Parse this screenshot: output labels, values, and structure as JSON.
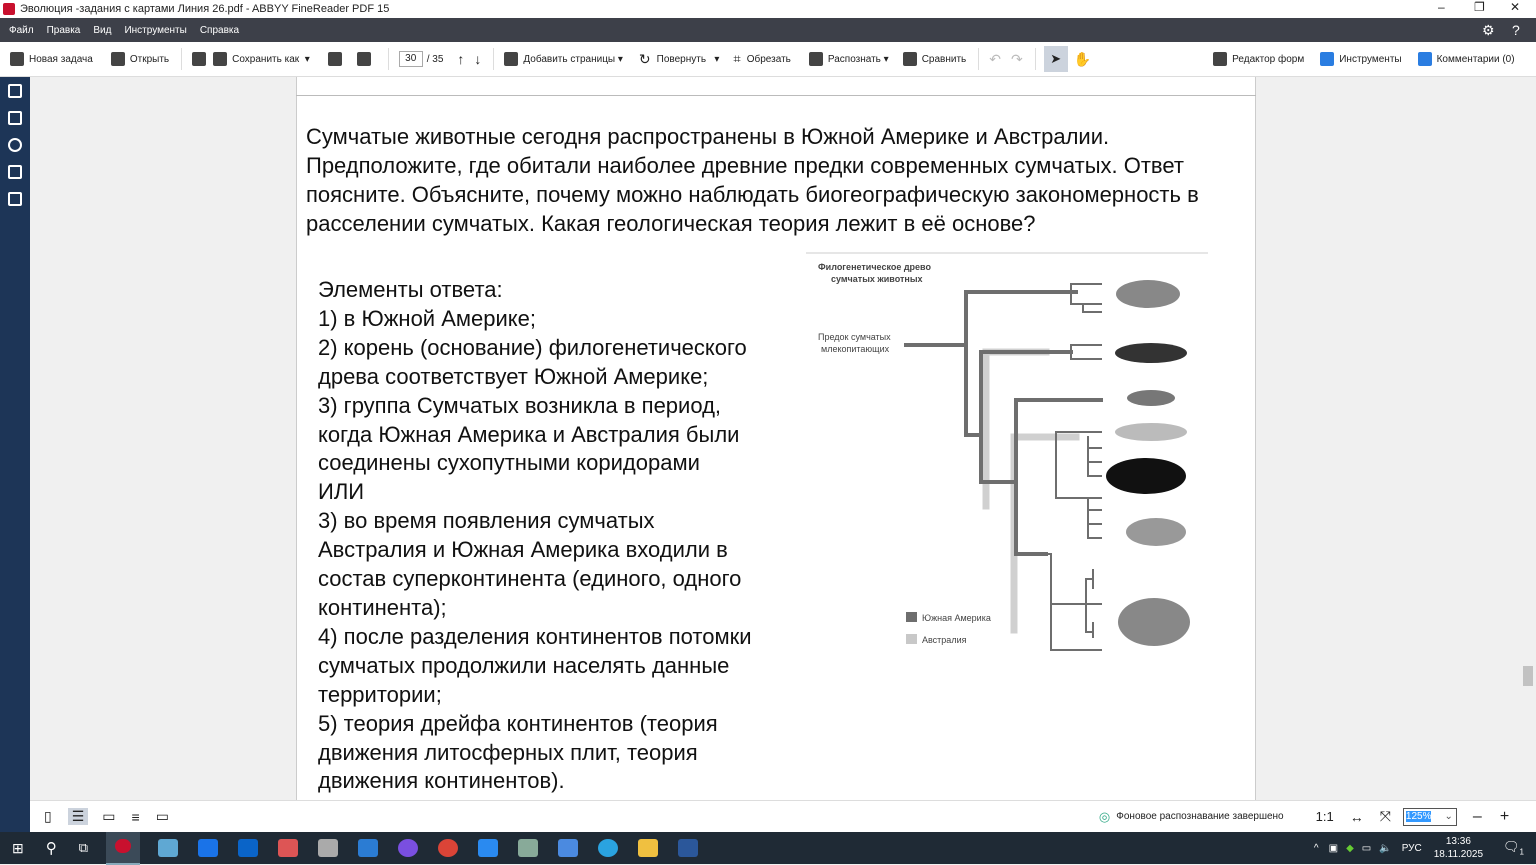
{
  "window": {
    "title": "Эволюция -задания с картами Линия 26.pdf - ABBYY FineReader PDF 15"
  },
  "menu": [
    "Файл",
    "Правка",
    "Вид",
    "Инструменты",
    "Справка"
  ],
  "toolbar": {
    "new_task": "Новая задача",
    "open": "Открыть",
    "save_as": "Сохранить как",
    "page_current": "30",
    "page_total": "/ 35",
    "add_pages": "Добавить страницы",
    "rotate": "Повернуть",
    "crop": "Обрезать",
    "recognize": "Распознать",
    "compare": "Сравнить",
    "form_editor": "Редактор форм",
    "tools": "Инструменты",
    "comments": "Комментарии (0)"
  },
  "document": {
    "question": "Сумчатые животные сегодня распространены в Южной Америке и Австралии. Предположите, где обитали наиболее древние предки современных сумчатых. Ответ поясните. Объясните, почему можно наблюдать биогеографическую закономерность в расселении сумчатых. Какая геологическая теория лежит в её основе?",
    "answer_lines": [
      "Элементы ответа:",
      "1) в Южной Америке;",
      "2) корень (основание) филогенетического",
      "древа соответствует Южной Америке;",
      "3) группа Сумчатых возникла в период,",
      "когда Южная Америка и Австралия были",
      "соединены сухопутными коридорами",
      "ИЛИ",
      "3) во время появления сумчатых",
      "Австралия и Южная Америка входили в",
      "состав суперконтинента (единого, одного",
      "континента);",
      "4) после разделения континентов потомки",
      "сумчатых продолжили населять данные",
      "территории;",
      "5) теория дрейфа континентов (теория",
      "движения литосферных плит, теория",
      "движения континентов)."
    ],
    "figure": {
      "title_1": "Филогенетическое древо",
      "title_2": "сумчатых животных",
      "ancestor_1": "Предок сумчатых",
      "ancestor_2": "млекопитающих",
      "legend": [
        {
          "label": "Южная Америка",
          "color": "#6e6e6e"
        },
        {
          "label": "Австралия",
          "color": "#c8c8c8"
        }
      ]
    }
  },
  "status": {
    "recognition": "Фоновое распознавание завершено",
    "actual_size": "1:1",
    "zoom": "125%"
  },
  "tray": {
    "lang": "РУС",
    "time": "13:36",
    "date": "18.11.2025",
    "notifications": "1"
  }
}
